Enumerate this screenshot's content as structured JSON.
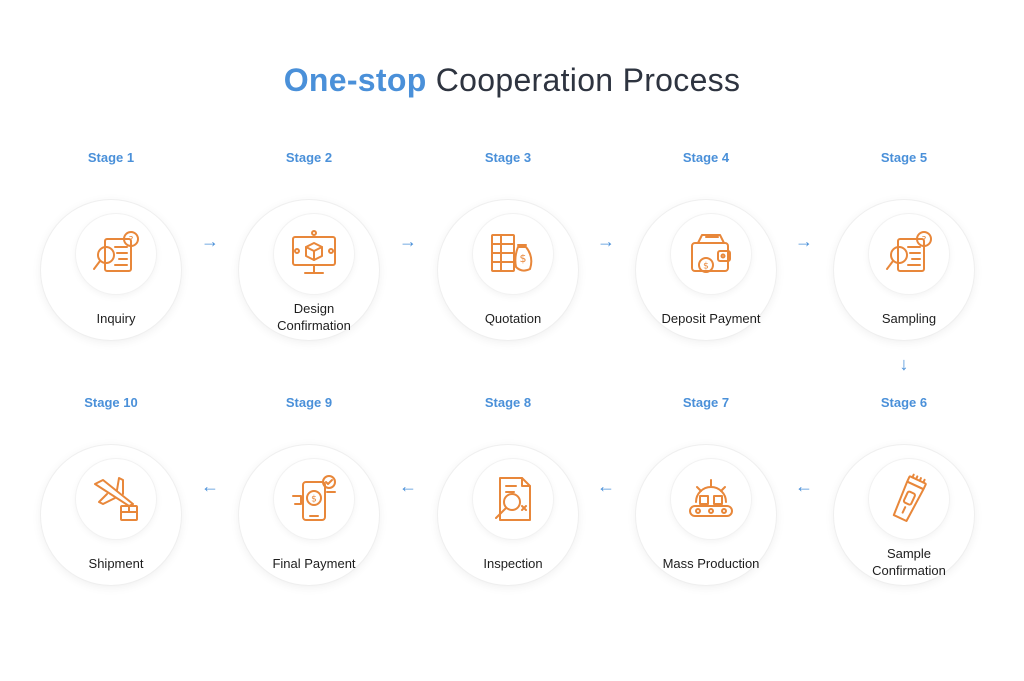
{
  "title": {
    "highlight": "One-stop",
    "rest": "Cooperation Process"
  },
  "colors": {
    "accent": "#4a90d9",
    "icon": "#e8873a",
    "text": "#1e1e1e"
  },
  "stages": [
    {
      "label": "Stage 1",
      "name": "Inquiry",
      "icon": "document-search-question-icon"
    },
    {
      "label": "Stage 2",
      "name": "Design\nConfirmation",
      "icon": "monitor-3d-design-icon"
    },
    {
      "label": "Stage 3",
      "name": "Quotation",
      "icon": "money-bag-spreadsheet-icon"
    },
    {
      "label": "Stage 4",
      "name": "Deposit Payment",
      "icon": "wallet-coin-icon"
    },
    {
      "label": "Stage 5",
      "name": "Sampling",
      "icon": "document-search-question-icon"
    },
    {
      "label": "Stage 6",
      "name": "Sample\nConfirmation",
      "icon": "hair-trimmer-icon"
    },
    {
      "label": "Stage 7",
      "name": "Mass Production",
      "icon": "gear-conveyor-icon"
    },
    {
      "label": "Stage 8",
      "name": "Inspection",
      "icon": "document-magnifier-icon"
    },
    {
      "label": "Stage 9",
      "name": "Final Payment",
      "icon": "phone-payment-check-icon"
    },
    {
      "label": "Stage 10",
      "name": "Shipment",
      "icon": "airplane-package-icon"
    }
  ],
  "arrows": {
    "right": "→",
    "left": "←",
    "down": "↓"
  }
}
